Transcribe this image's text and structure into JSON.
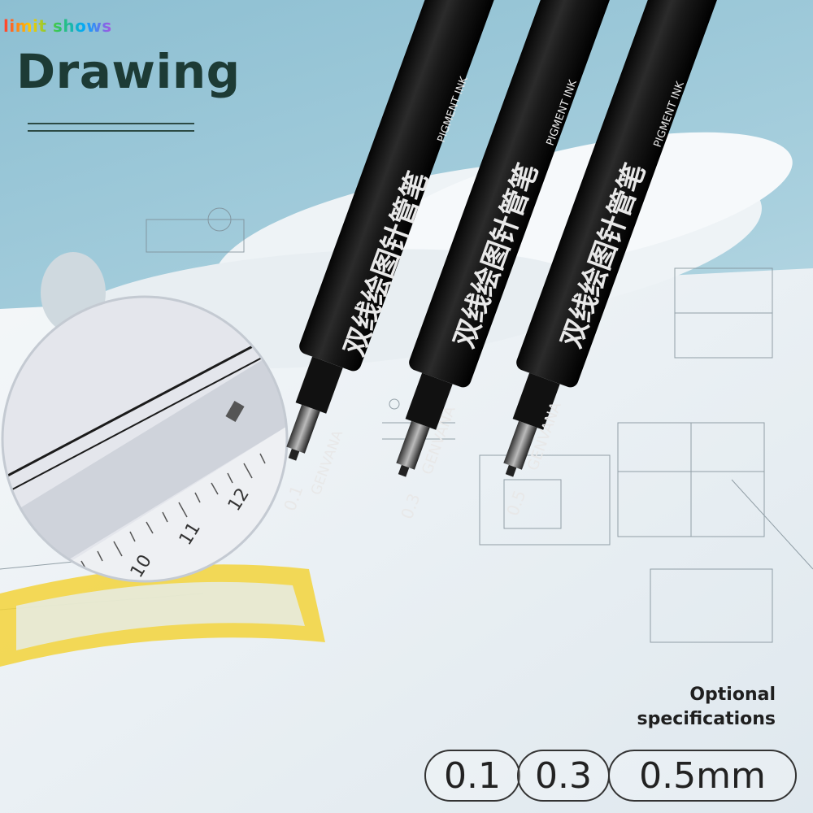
{
  "brand": "limit shows",
  "title": "Drawing",
  "pens": [
    {
      "brand": "GENVANA",
      "size": "0.1",
      "ink": "PIGMENT INK",
      "name": "双线绘图针管笔"
    },
    {
      "brand": "GENVANA",
      "size": "0.3",
      "ink": "PIGMENT INK",
      "name": "双线绘图针管笔"
    },
    {
      "brand": "GENVANA",
      "size": "0.5",
      "ink": "PIGMENT INK",
      "name": "双线绘图针管笔"
    }
  ],
  "options_line1": "Optional",
  "options_line2": "specifications",
  "chips": [
    "0.1",
    "0.3",
    "0.5mm"
  ],
  "ruler_numbers": [
    "10",
    "11",
    "12"
  ],
  "colors": {
    "sky": "#7fb2c7",
    "title": "#1d3b35",
    "pen_body": "#161616",
    "protractor": "#f3d43a"
  }
}
